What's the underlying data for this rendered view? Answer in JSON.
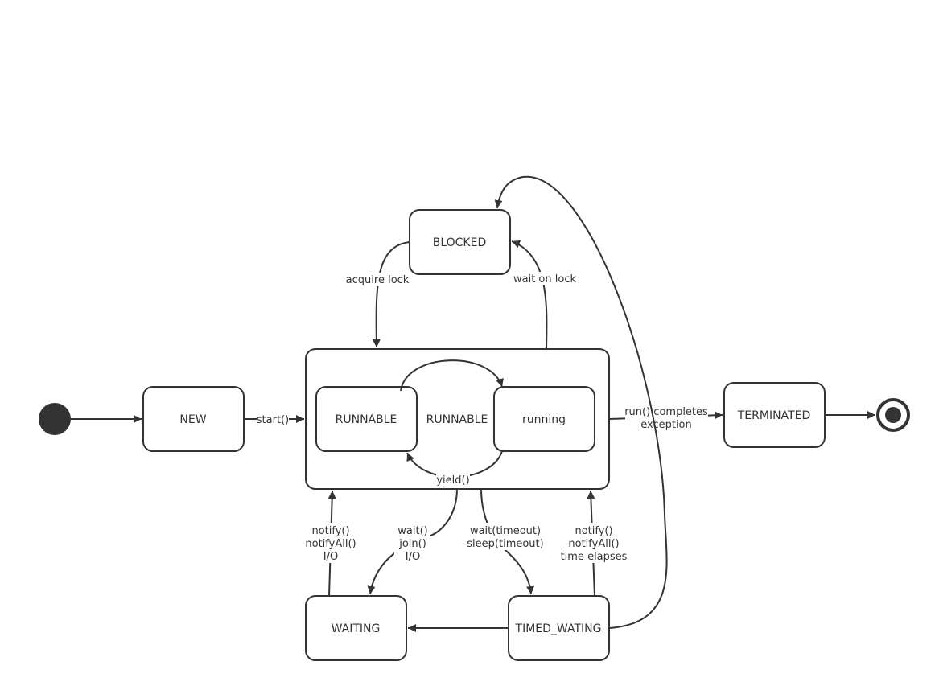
{
  "diagram": {
    "states": {
      "new": "NEW",
      "runnable_composite": "RUNNABLE",
      "runnable_inner": "RUNNABLE",
      "running": "running",
      "blocked": "BLOCKED",
      "waiting": "WAITING",
      "timed_waiting": "TIMED_WATING",
      "terminated": "TERMINATED"
    },
    "transitions": {
      "start": "start()",
      "acquire_lock": "acquire lock",
      "wait_on_lock": "wait on lock",
      "yield": "yield()",
      "run_completes": [
        "run() completes",
        "exception"
      ],
      "wait_join": [
        "wait()",
        "join()",
        "I/O"
      ],
      "notify_waiting": [
        "notify()",
        "notifyAll()",
        "I/O"
      ],
      "wait_timeout": [
        "wait(timeout)",
        "sleep(timeout)"
      ],
      "notify_timed": [
        "notify()",
        "notifyAll()",
        "time elapses"
      ]
    }
  }
}
